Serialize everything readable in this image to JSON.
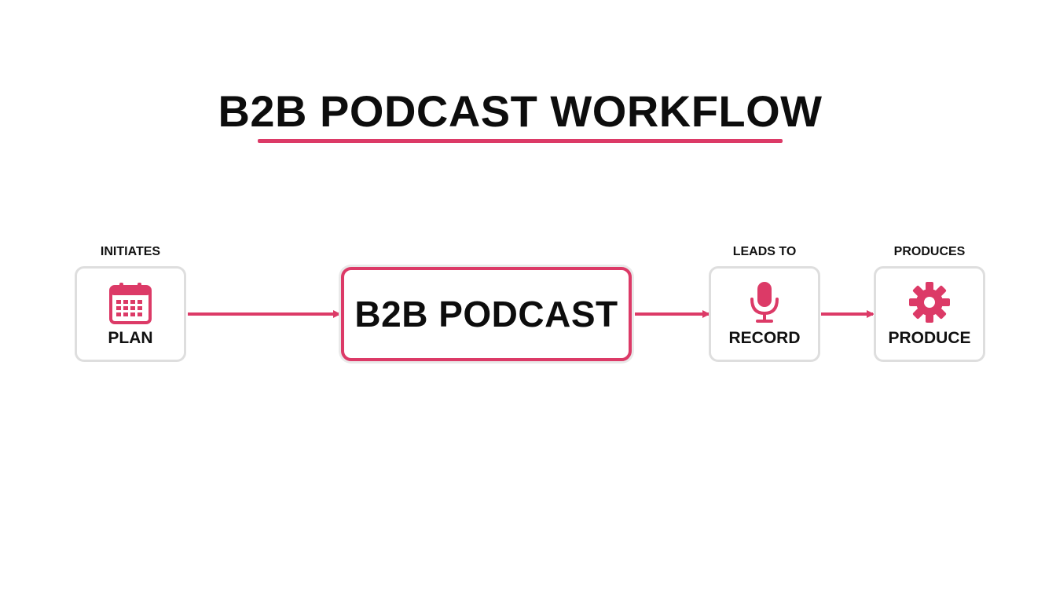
{
  "title": "B2B PODCAST WORKFLOW",
  "colors": {
    "accent": "#dc3a67",
    "node_border": "#dedede",
    "text": "#111111"
  },
  "hub": {
    "label": "B2B PODCAST"
  },
  "nodes": [
    {
      "id": "plan",
      "label": "PLAN",
      "icon": "calendar-icon",
      "edge_label": "INITIATES"
    },
    {
      "id": "record",
      "label": "RECORD",
      "icon": "microphone-icon",
      "edge_label": "LEADS TO"
    },
    {
      "id": "produce",
      "label": "PRODUCE",
      "icon": "gear-icon",
      "edge_label": "PRODUCES"
    }
  ]
}
